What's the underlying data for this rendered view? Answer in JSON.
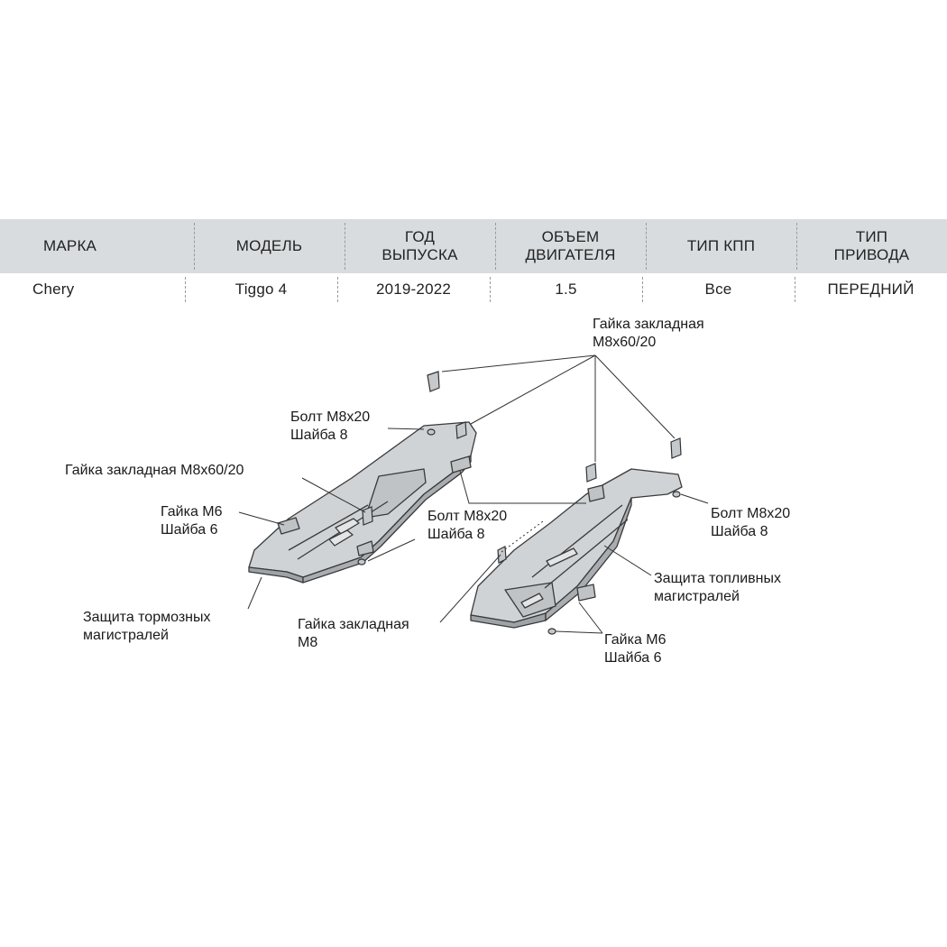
{
  "table": {
    "headers": [
      "МАРКА",
      "МОДЕЛЬ",
      "ГОД\nВЫПУСКА",
      "ОБЪЕМ\nДВИГАТЕЛЯ",
      "ТИП КПП",
      "ТИП\nПРИВОДА"
    ],
    "row": [
      "Chery",
      "Tiggo 4",
      "2019-2022",
      "1.5",
      "Все",
      "ПЕРЕДНИЙ"
    ]
  },
  "labels": {
    "nut_top": [
      "Гайка закладная",
      "M8x60/20"
    ],
    "bolt_left": [
      "Болт М8х20",
      "Шайба 8"
    ],
    "nut_left_long": [
      "Гайка закладная М8х60/20"
    ],
    "nut_m6_left": [
      "Гайка М6",
      "Шайба 6"
    ],
    "bolt_center": [
      "Болт М8х20",
      "Шайба 8"
    ],
    "bolt_right": [
      "Болт М8х20",
      "Шайба 8"
    ],
    "fuel_guard": [
      "Защита топливных",
      "магистралей"
    ],
    "brake_guard": [
      "Защита тормозных",
      "магистралей"
    ],
    "nut_m8": [
      "Гайка закладная",
      "М8"
    ],
    "nut_m6_right": [
      "Гайка М6",
      "Шайба 6"
    ]
  },
  "colors": {
    "header_bg": "#d9dcdf",
    "part_fill": "#cfd3d6",
    "part_stroke": "#3a3a3a"
  }
}
